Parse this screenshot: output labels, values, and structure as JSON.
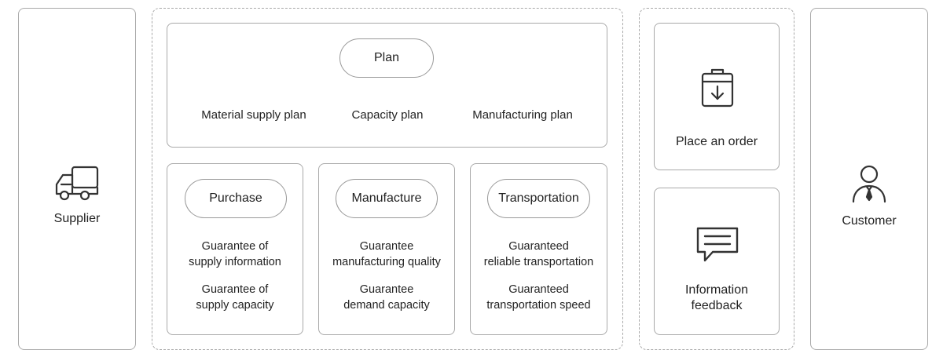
{
  "supplier": {
    "label": "Supplier",
    "icon": "truck-icon"
  },
  "customer": {
    "label": "Customer",
    "icon": "person-icon"
  },
  "plan": {
    "title": "Plan",
    "items": [
      "Material supply plan",
      "Capacity plan",
      "Manufacturing plan"
    ]
  },
  "stages": [
    {
      "title": "Purchase",
      "lines": [
        "Guarantee of",
        "supply information",
        "Guarantee of",
        "supply capacity"
      ]
    },
    {
      "title": "Manufacture",
      "lines": [
        "Guarantee",
        "manufacturing quality",
        "Guarantee",
        "demand capacity"
      ]
    },
    {
      "title": "Transportation",
      "lines": [
        "Guaranteed",
        "reliable transportation",
        "Guaranteed",
        "transportation speed"
      ]
    }
  ],
  "order": {
    "label": "Place an order",
    "icon": "clipboard-download-icon"
  },
  "feedback": {
    "line1": "Information",
    "line2": "feedback",
    "icon": "chat-message-icon"
  }
}
